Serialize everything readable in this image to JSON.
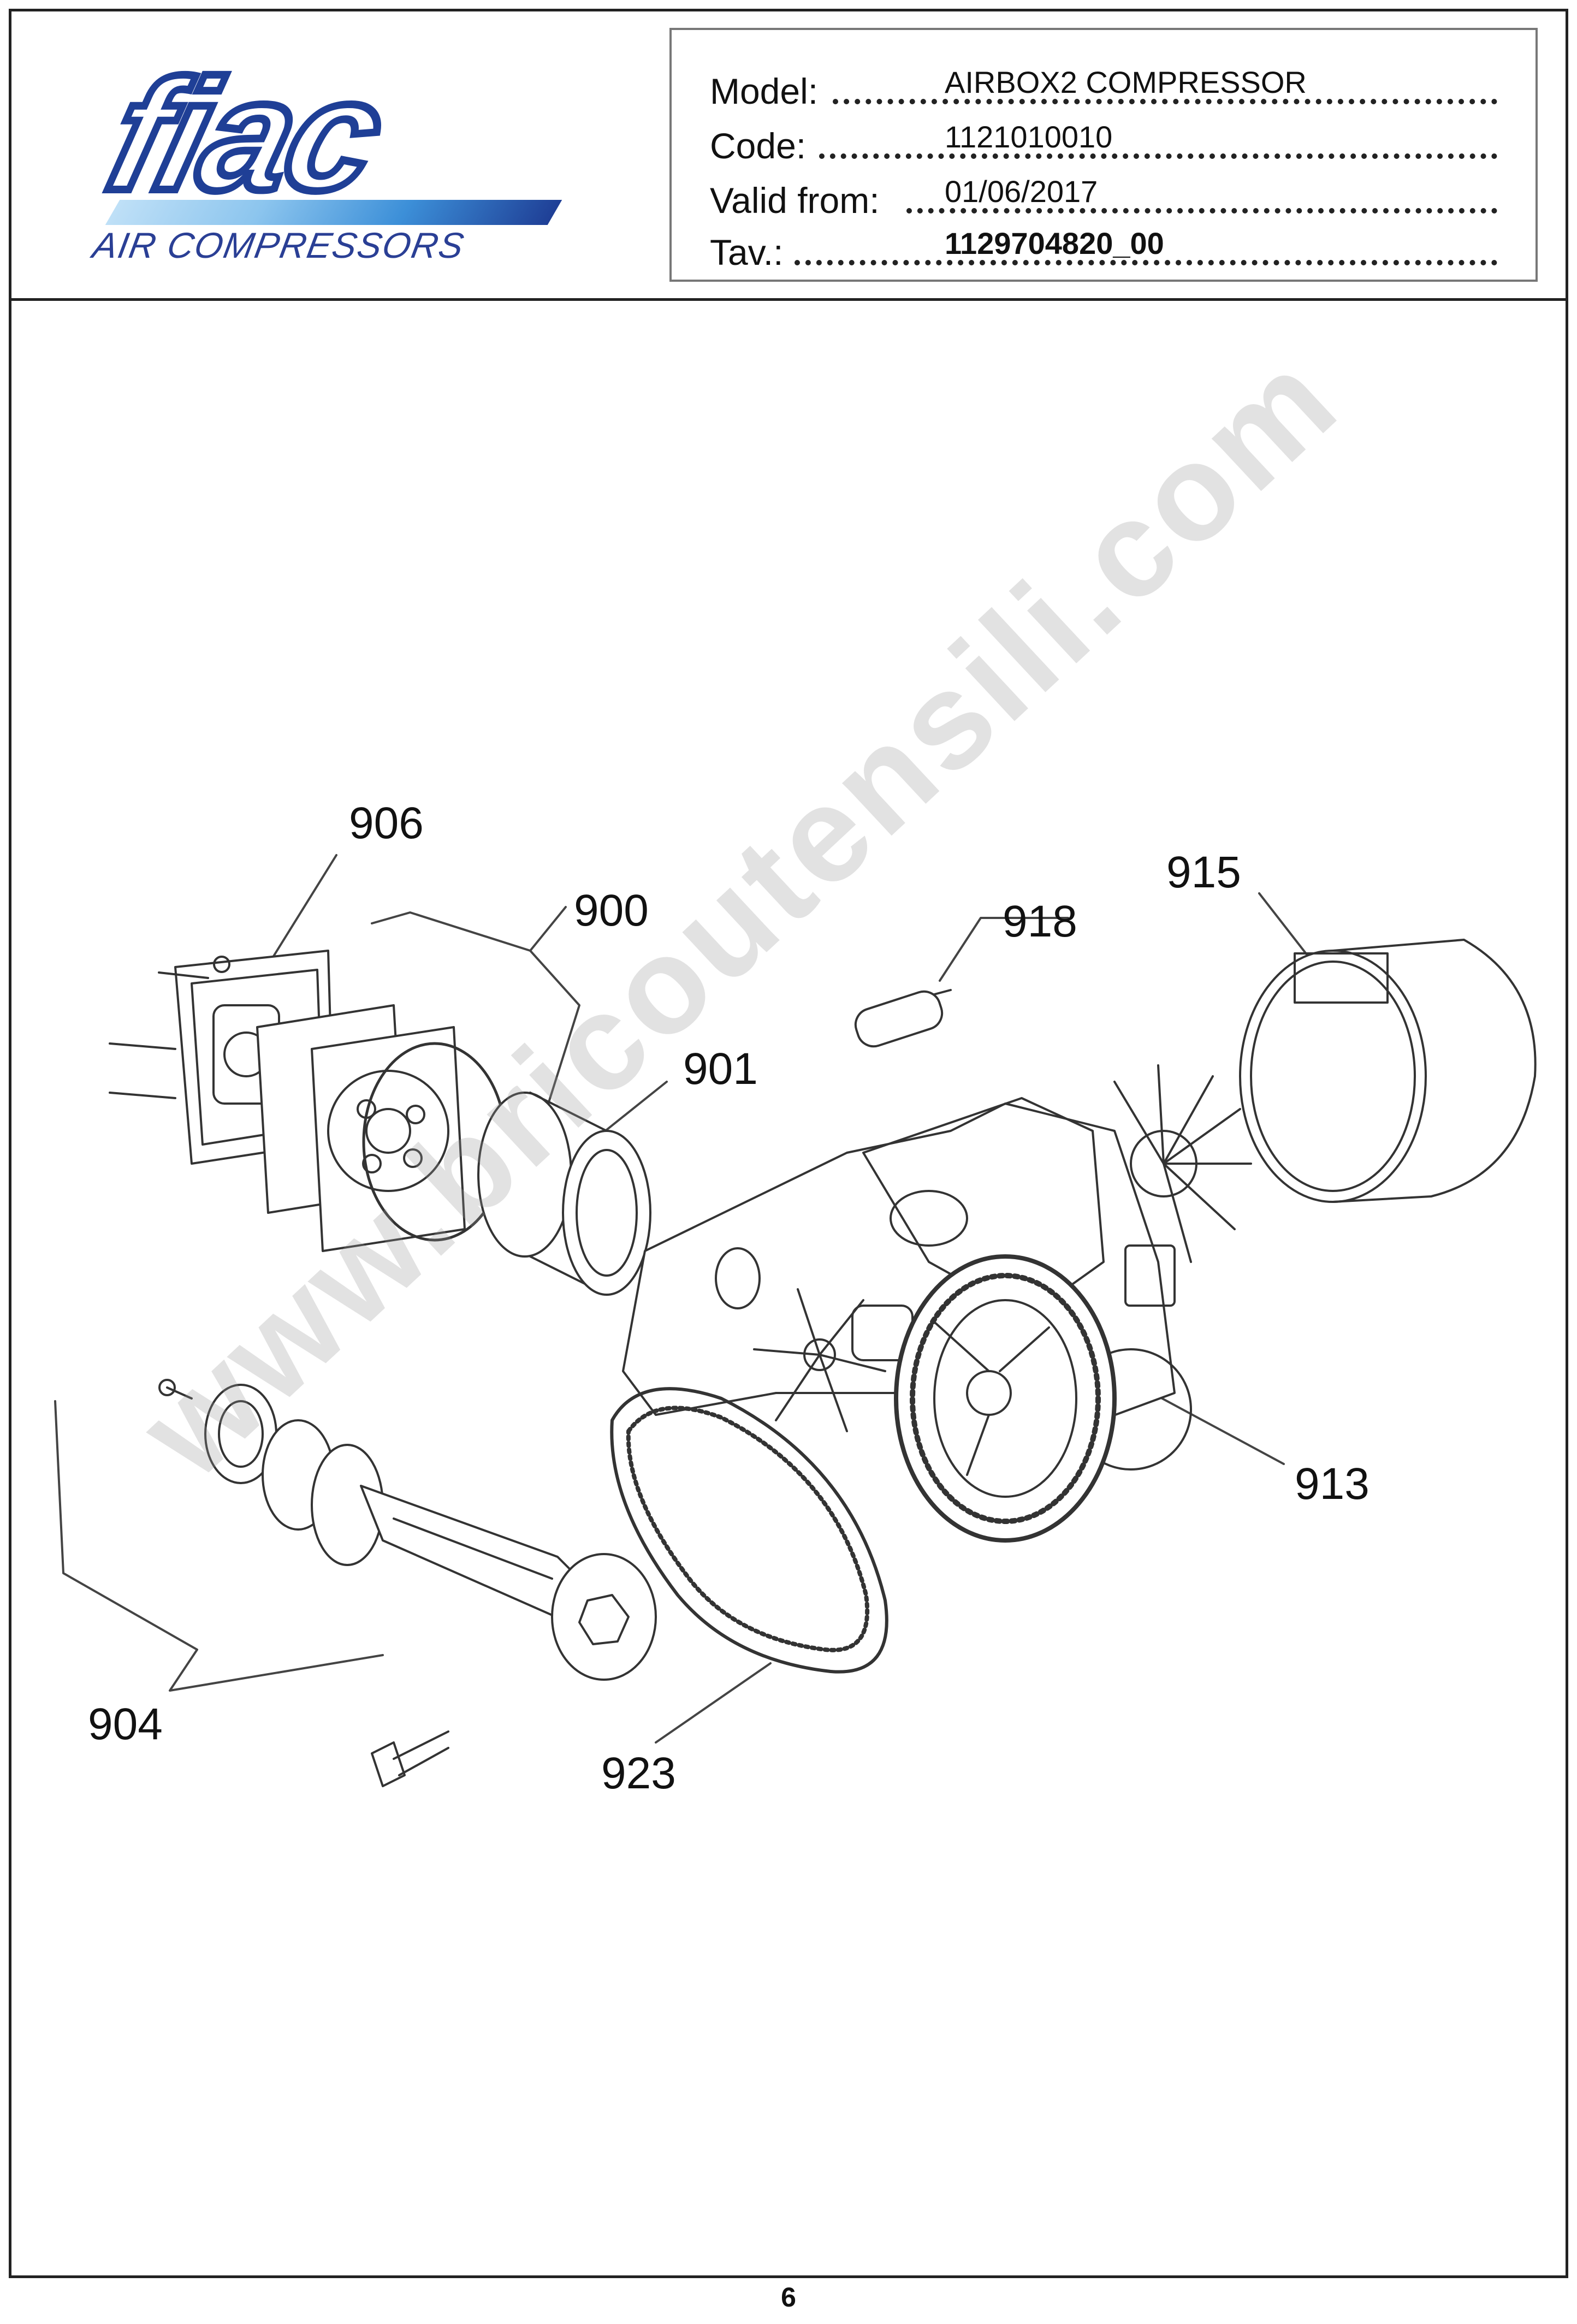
{
  "header": {
    "logo": {
      "wordmark": "fiac",
      "tagline": "AIR COMPRESSORS",
      "brand_color": "#1f3f96"
    },
    "info": [
      {
        "label": "Model:",
        "value": "AIRBOX2 COMPRESSOR",
        "bold": false
      },
      {
        "label": "Code:",
        "value": "1121010010",
        "bold": false
      },
      {
        "label": "Valid from:",
        "value": "01/06/2017",
        "bold": false
      },
      {
        "label": "Tav.:",
        "value": "1129704820_00",
        "bold": true
      }
    ]
  },
  "diagram": {
    "callouts": [
      {
        "id": "c906",
        "text": "906"
      },
      {
        "id": "c900",
        "text": "900"
      },
      {
        "id": "c918",
        "text": "918"
      },
      {
        "id": "c915",
        "text": "915"
      },
      {
        "id": "c901",
        "text": "901"
      },
      {
        "id": "c913",
        "text": "913"
      },
      {
        "id": "c904",
        "text": "904"
      },
      {
        "id": "c923",
        "text": "923"
      }
    ]
  },
  "watermark": "www.bricoutensili.com",
  "footer": {
    "page_number": "6"
  }
}
